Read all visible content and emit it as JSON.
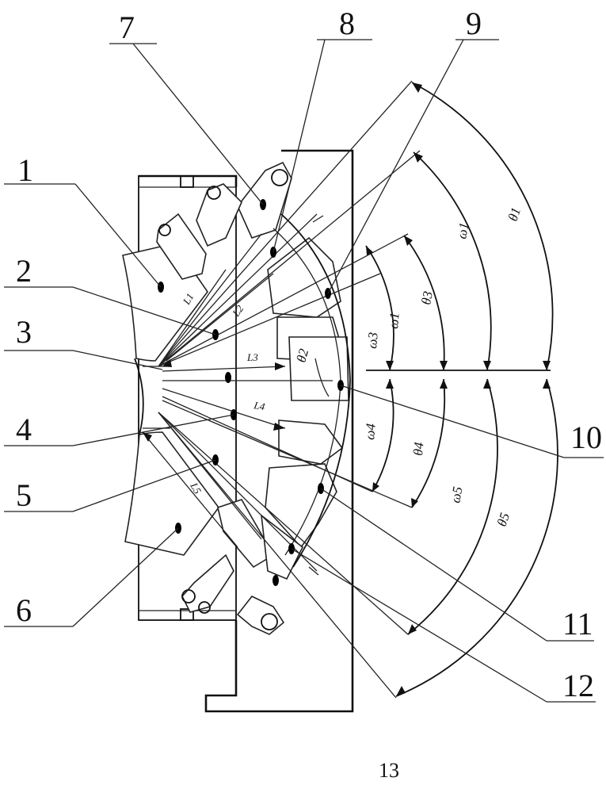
{
  "callouts": [
    "1",
    "2",
    "3",
    "4",
    "5",
    "6",
    "7",
    "8",
    "9",
    "10",
    "11",
    "12"
  ],
  "symbols": {
    "L1": "L1",
    "L2": "L2",
    "L3": "L3",
    "L4": "L4",
    "L5": "L5",
    "theta1": "θ1",
    "theta2": "θ2",
    "theta3": "θ3",
    "theta4": "θ4",
    "theta5": "θ5",
    "omega1": "ω1",
    "omega3": "ω3",
    "omega4": "ω4",
    "omega5": "ω5"
  },
  "figure_number": "13"
}
